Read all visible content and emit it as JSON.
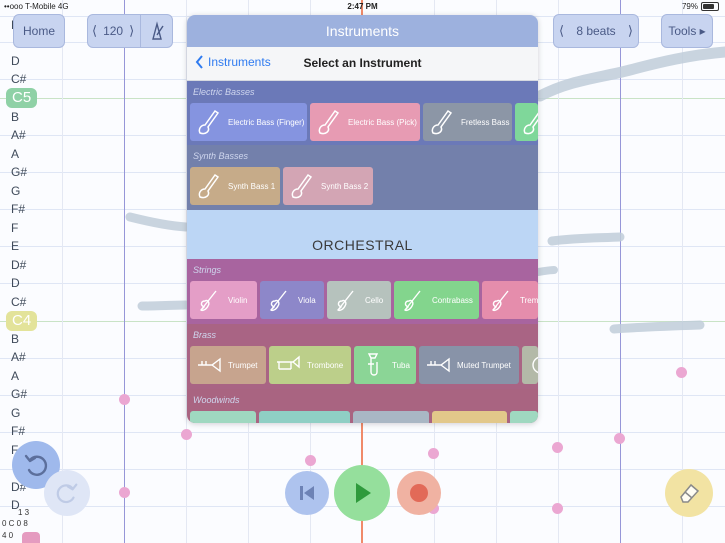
{
  "status_bar": {
    "carrier": "••ooo T-Mobile  4G",
    "time": "2:47 PM",
    "battery_text": "79%",
    "battery_level": 0.79
  },
  "toolbar": {
    "home_label": "Home",
    "tempo_value": "120",
    "beats_label": "8 beats",
    "tools_label": "Tools ▸"
  },
  "note_labels": [
    "E",
    "D",
    "C#",
    "C5",
    "B",
    "A#",
    "A",
    "G#",
    "G",
    "F#",
    "F",
    "E",
    "D#",
    "D",
    "C#",
    "C4",
    "B",
    "A#",
    "A",
    "G#",
    "G",
    "F#",
    "F",
    "D#",
    "D"
  ],
  "popover": {
    "title": "Instruments",
    "back_label": "Instruments",
    "nav_title": "Select an Instrument",
    "sections": [
      {
        "label": "Electric Basses",
        "tiles": [
          "Electric Bass (Finger)",
          "Electric Bass (Pick)",
          "Fretless Bass",
          ""
        ]
      },
      {
        "label": "Synth Basses",
        "tiles": [
          "Synth Bass 1",
          "Synth Bass 2"
        ]
      }
    ],
    "orchestral_header": "ORCHESTRAL",
    "orch_sections": [
      {
        "label": "Strings",
        "tiles": [
          "Violin",
          "Viola",
          "Cello",
          "Contrabass",
          "Trem"
        ]
      },
      {
        "label": "Brass",
        "tiles": [
          "Trumpet",
          "Trombone",
          "Tuba",
          "Muted Trumpet",
          ""
        ]
      },
      {
        "label": "Woodwinds",
        "tiles": []
      }
    ]
  },
  "bottom_left_nums": [
    "1 3",
    "0 C 0 8",
    "4 0"
  ],
  "colors": {
    "electric_bass_bg": "#6b79b8",
    "synth_bass_bg": "#7380ab",
    "strings_bg": "#a8649f",
    "brass_bg": "#a96484",
    "woodwinds_bg": "#a96481"
  }
}
